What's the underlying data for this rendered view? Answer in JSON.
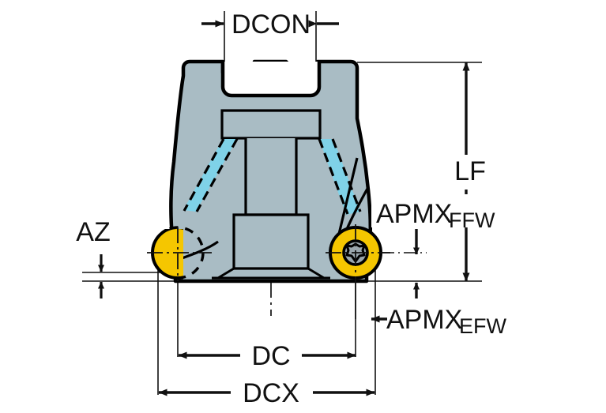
{
  "drawing": {
    "type": "technical-dimension-drawing",
    "subject": "indexable face milling cutter body front view",
    "background_color": "#ffffff",
    "colors": {
      "body_fill": "#a9bcc4",
      "body_outline": "#000000",
      "insert_fill": "#f5c600",
      "insert_outline": "#000000",
      "screw_fill": "#9aa6ad",
      "coolant_channel": "#7fd2e8",
      "dimension_line": "#111111",
      "centerline": "#111111"
    },
    "labels": [
      {
        "id": "dcon",
        "text": "DCON",
        "subscript": "",
        "position": "top-center",
        "dimension_type": "horizontal-inward"
      },
      {
        "id": "lf",
        "text": "LF",
        "subscript": "",
        "position": "right",
        "dimension_type": "vertical"
      },
      {
        "id": "apmx_ffw",
        "text": "APMX",
        "subscript": "FFW",
        "position": "right-upper",
        "dimension_type": "vertical-down"
      },
      {
        "id": "apmx_efw",
        "text": "APMX",
        "subscript": "EFW",
        "position": "right-lower",
        "dimension_type": "vertical-up"
      },
      {
        "id": "az",
        "text": "AZ",
        "subscript": "",
        "position": "left",
        "dimension_type": "vertical-small"
      },
      {
        "id": "dc",
        "text": "DC",
        "subscript": "",
        "position": "bottom",
        "dimension_type": "horizontal-outward"
      },
      {
        "id": "dcx",
        "text": "DCX",
        "subscript": "",
        "position": "bottom",
        "dimension_type": "horizontal-outward"
      }
    ],
    "features": {
      "top_slot": "drive keyway U-shaped notch",
      "center_bore": "stepped through bore",
      "inserts": "two round yellow inserts at lower corners",
      "insert_right_detail": "torx screw visible in center",
      "insert_left_detail": "partially hidden, dashed hidden-line circle",
      "coolant": "two cyan internal coolant channels"
    }
  }
}
